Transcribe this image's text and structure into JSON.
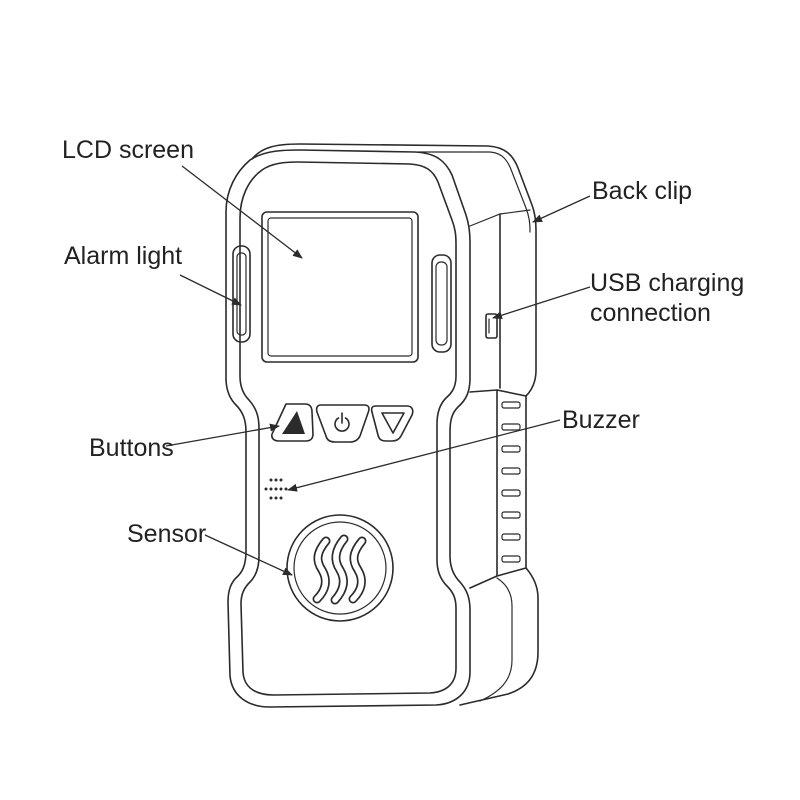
{
  "labels": {
    "lcd_screen": "LCD screen",
    "back_clip": "Back clip",
    "alarm_light": "Alarm light",
    "usb_charging_connection": {
      "line1": "USB charging",
      "line2": "connection"
    },
    "buttons": "Buttons",
    "buzzer": "Buzzer",
    "sensor": "Sensor"
  },
  "icons": {
    "up_button": "up-triangle-icon",
    "power_button": "power-icon",
    "down_button": "down-triangle-icon"
  },
  "colors": {
    "line": "#2b2b2b",
    "text": "#222222",
    "background": "#ffffff"
  }
}
